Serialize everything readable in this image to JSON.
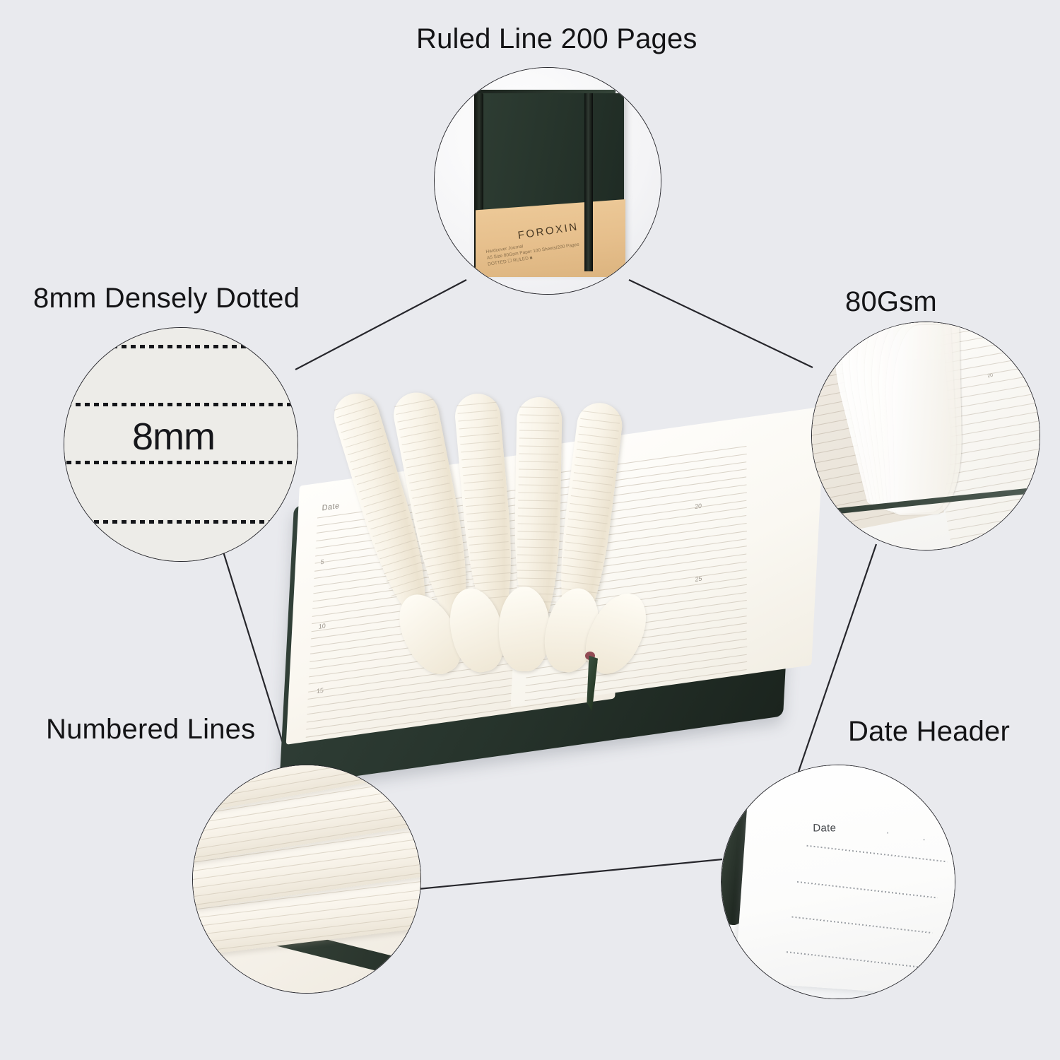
{
  "page": {
    "background_color": "#e9eaee",
    "text_color": "#141416",
    "accent_green": "#27352c",
    "kraft_color": "#e6bf8c"
  },
  "callouts": [
    {
      "id": "ruled-line-200-pages",
      "label": "Ruled Line 200 Pages",
      "position": "top",
      "image_contents": {
        "brand": "FOROXIN",
        "spec_lines": [
          "Hardcover Journal",
          "A5 Size 80Gsm Paper 100 Sheets/200 Pages",
          "DOTTED ☐     RULED ■"
        ]
      }
    },
    {
      "id": "8mm-densely-dotted",
      "label": "8mm Densely Dotted",
      "position": "upper-left",
      "image_contents": {
        "measurement": "8mm",
        "dotted_line_count": 4
      }
    },
    {
      "id": "80gsm",
      "label": "80Gsm",
      "position": "upper-right",
      "image_contents": {
        "line_numbers": [
          "20",
          "25"
        ]
      }
    },
    {
      "id": "numbered-lines",
      "label": "Numbered Lines",
      "position": "lower-left",
      "image_contents": {
        "line_numbers": [
          "10",
          "15"
        ]
      }
    },
    {
      "id": "date-header",
      "label": "Date Header",
      "position": "lower-right",
      "image_contents": {
        "header_text": "Date",
        "dotted_rule_count": 4
      }
    }
  ],
  "hero": {
    "description": "Open hardcover notebook with fanned cream ruled pages and green ribbon bookmark",
    "date_header": "Date",
    "line_numbers": [
      "5",
      "10",
      "15",
      "20",
      "25"
    ]
  }
}
